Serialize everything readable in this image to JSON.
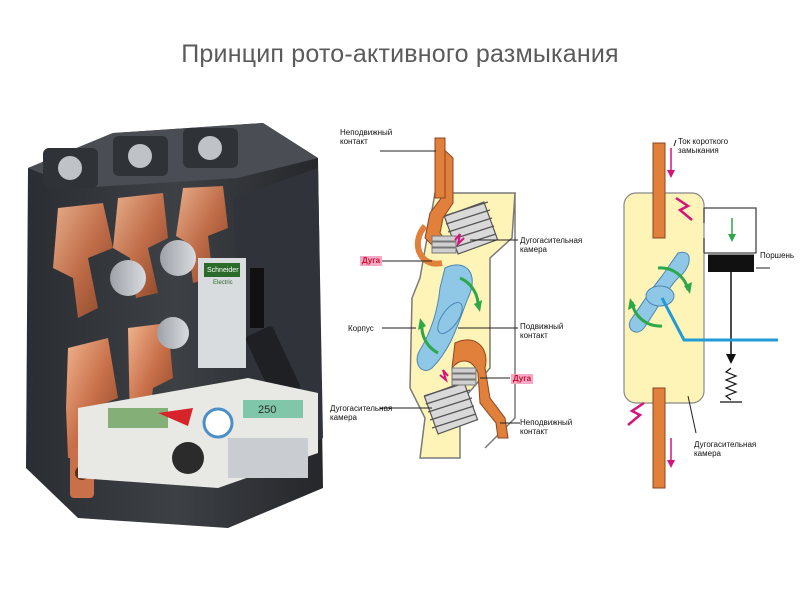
{
  "slide": {
    "title": "Принцип рото-активного размыкания"
  },
  "photo": {
    "brand_line1": "Schneider",
    "brand_line2": "Electric",
    "display_value": "250"
  },
  "mechanism": {
    "fixed_contact_top": [
      "Неподвижный",
      "контакт"
    ],
    "arc_chamber_right": [
      "Дугогасительная",
      "камера"
    ],
    "arc_top": "Дуга",
    "housing": "Корпус",
    "moving_contact": [
      "Подвижный",
      "контакт"
    ],
    "arc_bottom": "Дуга",
    "arc_chamber_left": [
      "Дугогасительная",
      "камера"
    ],
    "fixed_contact_bottom": [
      "Неподвижный",
      "контакт"
    ]
  },
  "schematic": {
    "short_circuit_current": [
      "Ток короткого",
      "замыкания"
    ],
    "piston": "Поршень",
    "arc_chamber": [
      "Дугогасительная",
      "камера"
    ]
  },
  "colors": {
    "title": "#5a5a5a",
    "copper": "#e0803a",
    "chamber_fill": "#fff4b8",
    "rotor_blue": "#8fc7e6",
    "arrow_green": "#2ca84a",
    "arc_magenta": "#d6137a",
    "spring_blue": "#1f9bd7"
  }
}
